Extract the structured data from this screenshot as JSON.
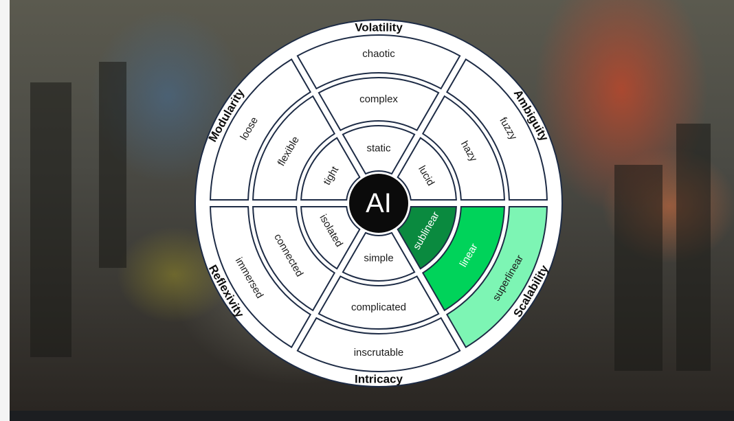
{
  "center": {
    "label": "AI"
  },
  "colors": {
    "outline": "#1d2b45",
    "segment_fill": "#ffffff",
    "sublinear_fill": "#0a8a3f",
    "linear_fill": "#00d35a",
    "superlinear_fill": "#7df5b4",
    "core_fill": "#0b0b0b"
  },
  "dimensions": [
    {
      "name": "Volatility",
      "rings": [
        "static",
        "complex",
        "chaotic"
      ]
    },
    {
      "name": "Ambiguity",
      "rings": [
        "lucid",
        "hazy",
        "fuzzy"
      ]
    },
    {
      "name": "Scalability",
      "rings": [
        "sublinear",
        "linear",
        "superlinear"
      ]
    },
    {
      "name": "Intricacy",
      "rings": [
        "simple",
        "complicated",
        "inscrutable"
      ]
    },
    {
      "name": "Reflexivity",
      "rings": [
        "isolated",
        "connected",
        "immersed"
      ]
    },
    {
      "name": "Modularity",
      "rings": [
        "tight",
        "flexible",
        "loose"
      ]
    }
  ],
  "highlight": {
    "dimension": "Scalability",
    "levels": [
      "sublinear",
      "linear",
      "superlinear"
    ]
  }
}
